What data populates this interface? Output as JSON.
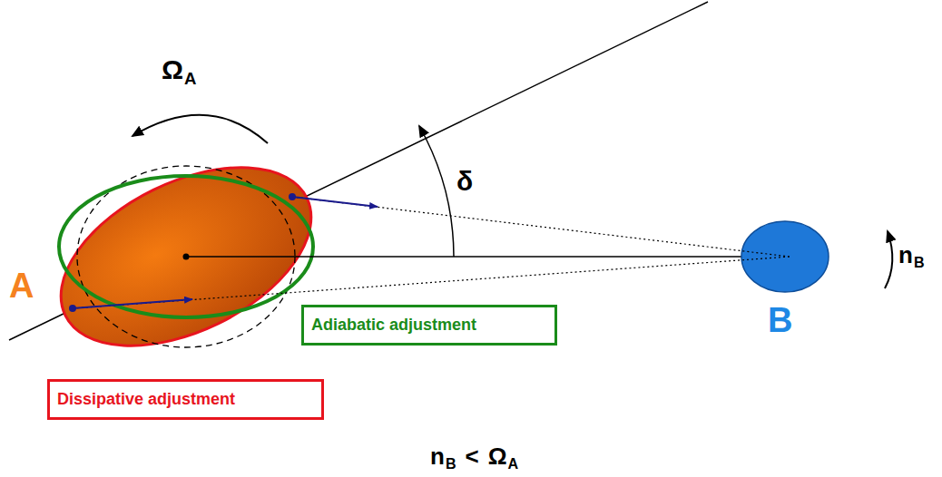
{
  "diagram": {
    "nodes": [
      {
        "text": [
          "Adiabatic adjustment"
        ]
      },
      {
        "text": [
          "Dissipative adjustment"
        ]
      }
    ],
    "labels": [
      "Ω",
      "A",
      "δ",
      "A",
      "B",
      "n",
      "B",
      "n",
      "B",
      "<",
      "Ω",
      "A"
    ]
  }
}
